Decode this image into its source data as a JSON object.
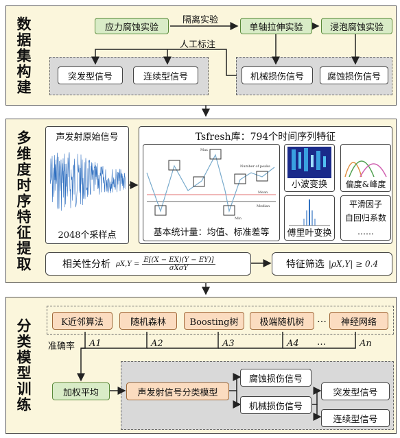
{
  "section1": {
    "title": "数据集构建",
    "stress_corrosion": "应力腐蚀实验",
    "isolation": "隔离实验",
    "uniaxial": "单轴拉伸实验",
    "immersion": "浸泡腐蚀实验",
    "manual_label": "人工标注",
    "burst": "突发型信号",
    "continuous": "连续型信号",
    "mechanical": "机械损伤信号",
    "corrosion": "腐蚀损伤信号"
  },
  "section2": {
    "title": "多维度时序特征提取",
    "raw_signal": "声发射原始信号",
    "samples": "2048个采样点",
    "tsfresh": "Tsfresh库：794个时间序列特征",
    "stats": "基本统计量：均值、标准差等",
    "wavelet": "小波变换",
    "skew": "偏度&峰度",
    "fourier": "傅里叶变换",
    "smoothing": "平滑因子",
    "autoreg": "自回归系数",
    "ellipsis": "……",
    "mini_max": "Max",
    "mini_peaks": "Number of peaks",
    "mini_mean": "Mean",
    "mini_median": "Median",
    "mini_min": "Min",
    "corr": "相关性分析",
    "rho_lhs": "ρX,Y =",
    "formula_num": "E[(X − EX)(Y − EY)]",
    "formula_den": "σXσY",
    "select": "特征筛选",
    "select_cond": "|ρX,Y| ≥ 0.4"
  },
  "section3": {
    "title": "分类模型训练",
    "models": [
      "K近邻算法",
      "随机森林",
      "Boosting树",
      "极端随机树",
      "神经网络"
    ],
    "accuracy": "准确率",
    "a_labels": [
      "A1",
      "A2",
      "A3",
      "A4",
      "An"
    ],
    "dots1": "…",
    "dots2": "…",
    "dots3": "···",
    "weighted": "加权平均",
    "classifier": "声发射信号分类模型",
    "corrosion": "腐蚀损伤信号",
    "mechanical": "机械损伤信号",
    "burst": "突发型信号",
    "continuous": "连续型信号"
  }
}
